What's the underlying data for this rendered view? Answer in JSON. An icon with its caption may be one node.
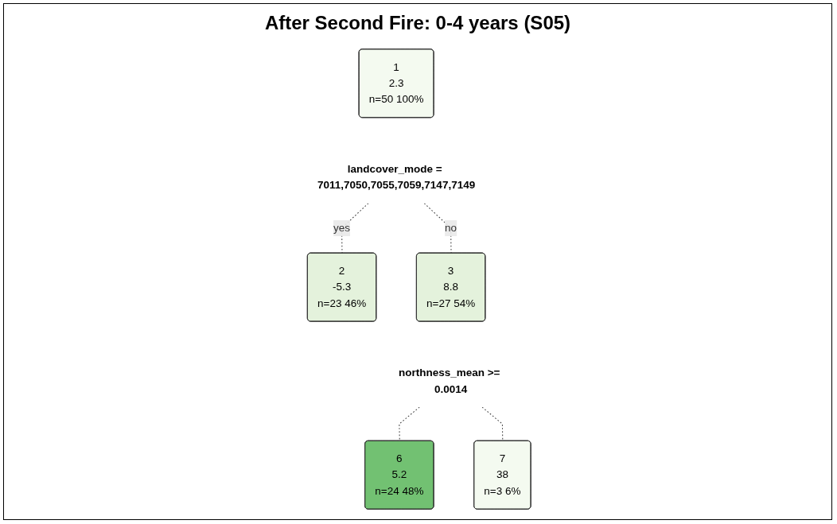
{
  "diagram": {
    "title": "After Second Fire: 0-4 years (S05)",
    "nodes": [
      {
        "text": [
          "1",
          "2.3",
          "n=50  100%"
        ]
      },
      {
        "text": [
          "landcover_mode = 7011,7050,7055,7059,7147,7149"
        ]
      },
      {
        "text": [
          "3",
          "8.8",
          "n=27  54%"
        ]
      },
      {
        "text": [
          "northness_mean >= 0.0014"
        ]
      },
      {
        "text": [
          "2",
          "-5.3",
          "n=23  46%"
        ]
      },
      {
        "text": [
          "6",
          "5.2",
          "n=24  48%"
        ]
      },
      {
        "text": [
          "7",
          "38",
          "n=3  6%"
        ]
      }
    ],
    "edges": [
      {
        "from": 1,
        "to": 4,
        "arrow": "none",
        "label": "yes",
        "style": "dashed"
      },
      {
        "from": 1,
        "to": 2,
        "arrow": "none",
        "label": "no",
        "style": "dashed"
      },
      {
        "from": 3,
        "to": 5,
        "arrow": "none",
        "style": "dashed"
      },
      {
        "from": 3,
        "to": 6,
        "arrow": "none",
        "style": "dashed"
      }
    ]
  }
}
